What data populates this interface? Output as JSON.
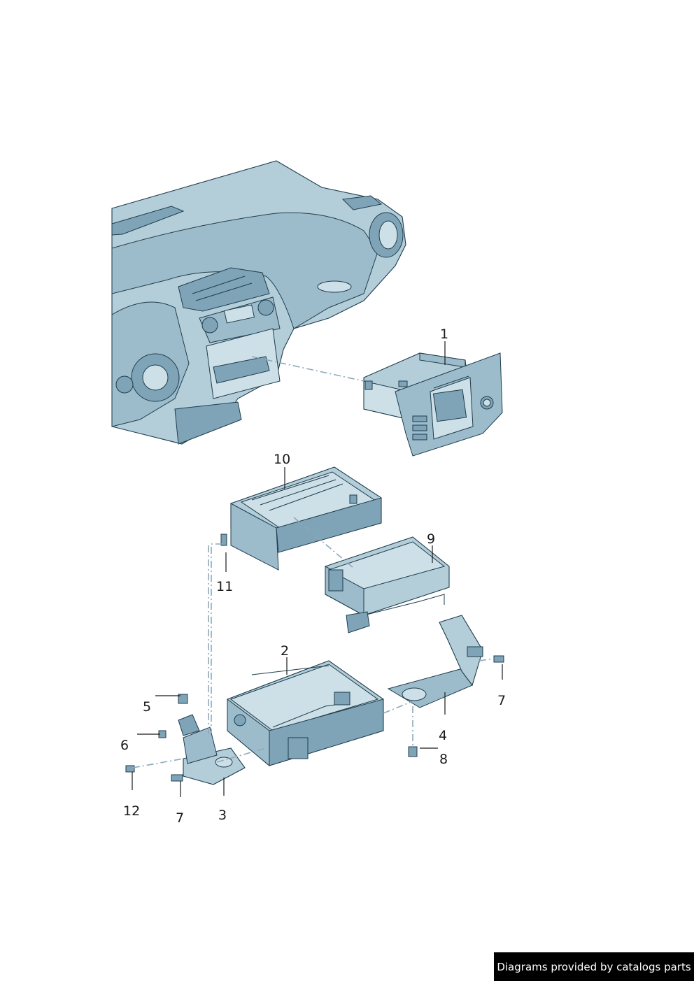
{
  "callouts": [
    {
      "id": "1",
      "label": "1"
    },
    {
      "id": "10",
      "label": "10"
    },
    {
      "id": "9",
      "label": "9"
    },
    {
      "id": "11",
      "label": "11"
    },
    {
      "id": "2",
      "label": "2"
    },
    {
      "id": "5",
      "label": "5"
    },
    {
      "id": "6",
      "label": "6"
    },
    {
      "id": "7a",
      "label": "7"
    },
    {
      "id": "4",
      "label": "4"
    },
    {
      "id": "8",
      "label": "8"
    },
    {
      "id": "12",
      "label": "12"
    },
    {
      "id": "7b",
      "label": "7"
    },
    {
      "id": "3",
      "label": "3"
    }
  ],
  "credit": "Diagrams provided by catalogs parts",
  "colors": {
    "part_fill": "#b3cdd9",
    "part_outline": "#1f3d4d",
    "dash_line": "#8fa9b8",
    "credit_bg": "#000000"
  }
}
